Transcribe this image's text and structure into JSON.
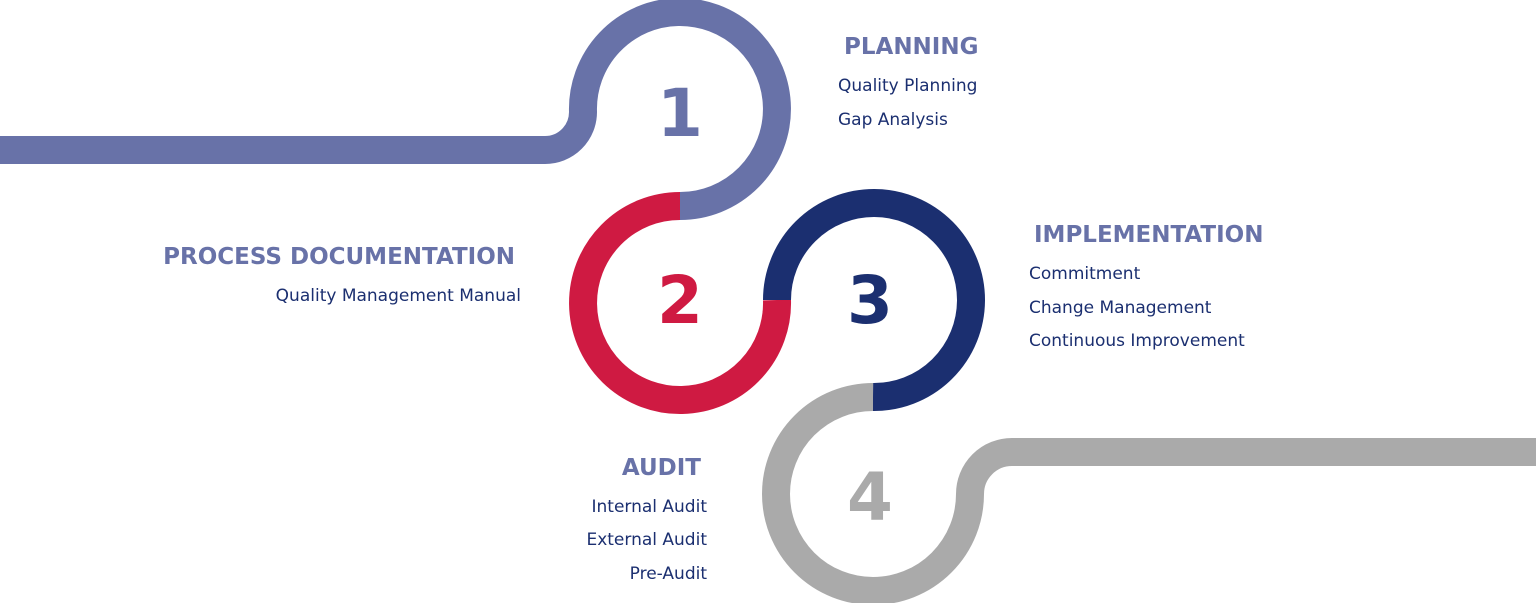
{
  "colors": {
    "step1": "#6872a8",
    "step2": "#cf1a42",
    "step3": "#1b2f70",
    "step4": "#aaaaaa",
    "heading": "#6872a8",
    "item": "#1b2f70"
  },
  "steps": [
    {
      "number": "1",
      "title": "PLANNING",
      "items": [
        "Quality Planning",
        "Gap Analysis"
      ]
    },
    {
      "number": "2",
      "title": "PROCESS DOCUMENTATION",
      "items": [
        "Quality Management Manual"
      ]
    },
    {
      "number": "3",
      "title": "IMPLEMENTATION",
      "items": [
        "Commitment",
        "Change Management",
        "Continuous Improvement"
      ]
    },
    {
      "number": "4",
      "title": "AUDIT",
      "items": [
        "Internal Audit",
        "External Audit",
        "Pre-Audit"
      ]
    }
  ]
}
